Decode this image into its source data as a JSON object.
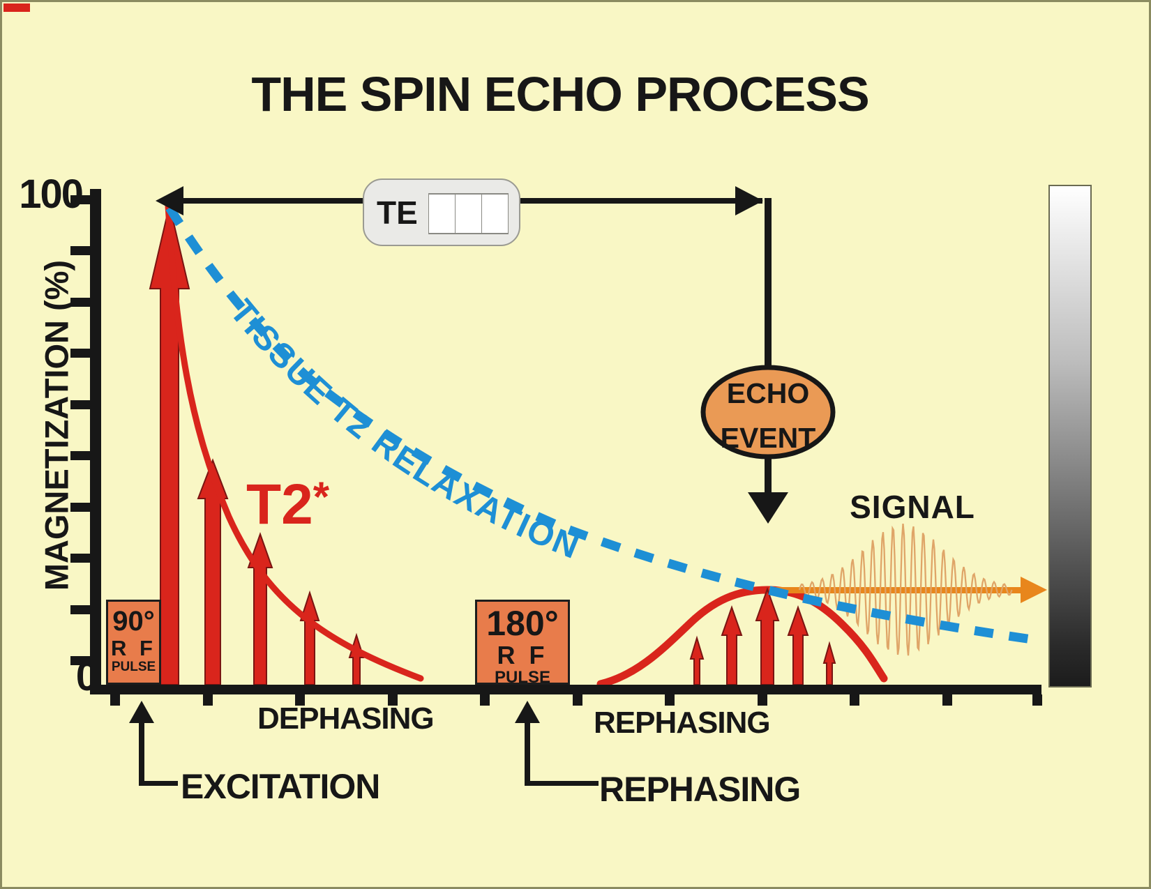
{
  "title": "THE SPIN ECHO PROCESS",
  "y_axis": {
    "label": "MAGNETIZATION (%)",
    "max": "100",
    "min": "0"
  },
  "te": {
    "label": "TE",
    "cells": 3
  },
  "curves": {
    "tissue_label": "TISSUE T2 RELAXATION",
    "t2star_label": "T2",
    "t2star_sup": "*"
  },
  "pulses": {
    "p90": {
      "deg": "90°",
      "rf": "R F",
      "pulse": "PULSE"
    },
    "p180": {
      "deg": "180°",
      "rf": "R F",
      "pulse": "PULSE"
    }
  },
  "echo_event": {
    "line1": "ECHO",
    "line2": "EVENT"
  },
  "signal_label": "SIGNAL",
  "axis_region_labels": {
    "dephasing": "DEPHASING",
    "rephasing": "REPHASING"
  },
  "bottom_annotations": {
    "excitation": "EXCITATION",
    "rephasing": "REPHASING"
  },
  "colors": {
    "bg": "#F9F7C5",
    "frame": "#8B8B60",
    "ink": "#171717",
    "red": "#D9251C",
    "red_outline": "#7A1512",
    "obox": "#E87C4B",
    "oellipse": "#EA9A55",
    "blue": "#1E8FD5",
    "accent_orange": "#E8861C",
    "wave": "#DFA568",
    "pill": "#EAEAE7",
    "cell": "#FFFFFF"
  }
}
